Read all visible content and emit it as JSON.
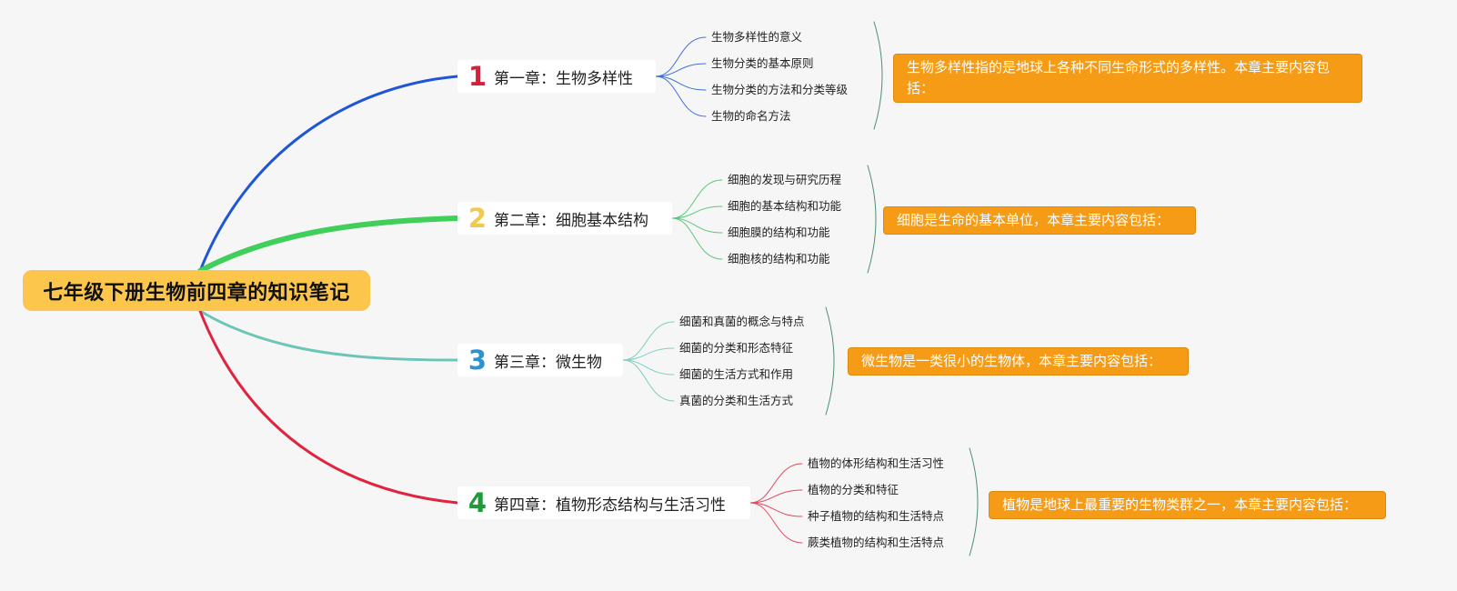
{
  "root": {
    "title": "七年级下册生物前四章的知识笔记"
  },
  "chapters": [
    {
      "number": "1",
      "number_color": "#d61f3a",
      "line_color": "#1f56d6",
      "sub_color": "#3f6fd8",
      "title": "第一章：生物多样性",
      "topics": [
        "生物多样性的意义",
        "生物分类的基本原则",
        "生物分类的方法和分类等级",
        "生物的命名方法"
      ],
      "summary": "生物多样性指的是地球上各种不同生命形式的多样性。本章主要内容包括："
    },
    {
      "number": "2",
      "number_color": "#f2c94c",
      "line_color": "#3fcf5a",
      "sub_color": "#5cc77a",
      "title": "第二章：细胞基本结构",
      "topics": [
        "细胞的发现与研究历程",
        "细胞的基本结构和功能",
        "细胞膜的结构和功能",
        "细胞核的结构和功能"
      ],
      "summary": "细胞是生命的基本单位，本章主要内容包括："
    },
    {
      "number": "3",
      "number_color": "#2b93d1",
      "line_color": "#6cc5b6",
      "sub_color": "#7ccfc0",
      "title": "第三章：微生物",
      "topics": [
        "细菌和真菌的概念与特点",
        "细菌的分类和形态特征",
        "细菌的生活方式和作用",
        "真菌的分类和生活方式"
      ],
      "summary": "微生物是一类很小的生物体，本章主要内容包括："
    },
    {
      "number": "4",
      "number_color": "#1e9a3a",
      "line_color": "#e0233f",
      "sub_color": "#e04a60",
      "title": "第四章：植物形态结构与生活习性",
      "topics": [
        "植物的体形结构和生活习性",
        "植物的分类和特征",
        "种子植物的结构和生活特点",
        "蕨类植物的结构和生活特点"
      ],
      "summary": "植物是地球上最重要的生物类群之一，本章主要内容包括："
    }
  ]
}
